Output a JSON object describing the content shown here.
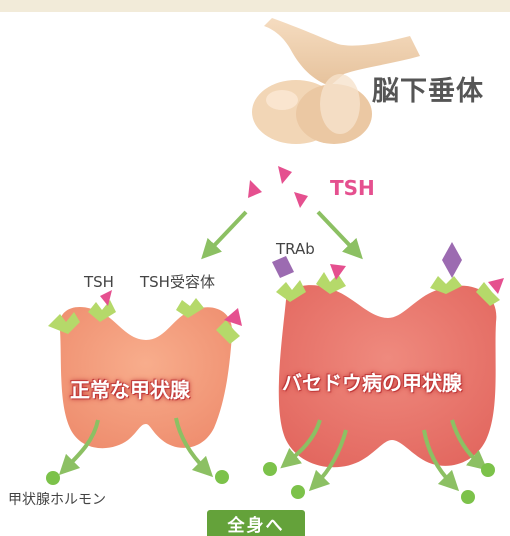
{
  "labels": {
    "pituitary": "脳下垂体",
    "tsh_main": "TSH",
    "tsh_small": "TSH",
    "tsh_receptor": "TSH受容体",
    "trab": "TRAb",
    "normal_thyroid": "正常な甲状腺",
    "basedow_thyroid": "バセドウ病の甲状腺",
    "thyroid_hormone": "甲状腺ホルモン",
    "whole_body": "全身へ"
  },
  "colors": {
    "tsh": "#e5508f",
    "receptor": "#b5d96a",
    "arrow": "#8cc063",
    "gland_normal": "#f19a7c",
    "gland_basedow": "#e8766e",
    "hormone_dot": "#7cc24a",
    "trab": "#9c6bb1",
    "pituitary": "#f0d2b0"
  }
}
